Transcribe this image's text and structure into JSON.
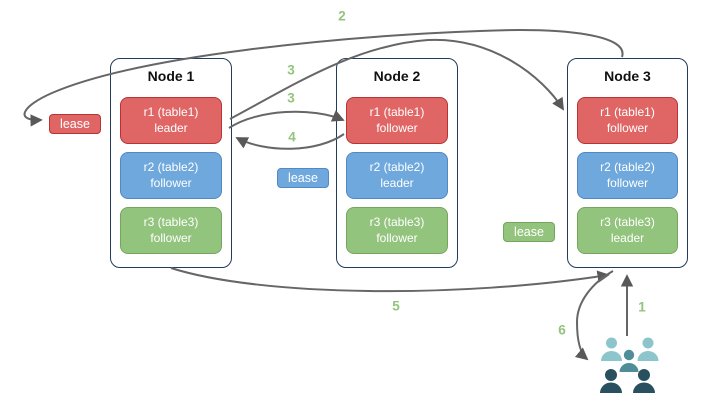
{
  "colors": {
    "red_fill": "#e06666",
    "red_border": "#b93333",
    "blue_fill": "#6fa8dc",
    "blue_border": "#5388c6",
    "green_fill": "#93c47d",
    "green_border": "#76a65c",
    "node_border": "#233c5a",
    "arrow": "#666666",
    "step_number_green": "#93c47d",
    "people_light": "#8cc5cb",
    "people_medium": "#4f8e99",
    "people_dark": "#29505e"
  },
  "nodes": [
    {
      "title": "Node 1",
      "replicas": [
        {
          "line1": "r1 (table1)",
          "line2": "leader",
          "color": "red"
        },
        {
          "line1": "r2 (table2)",
          "line2": "follower",
          "color": "blue"
        },
        {
          "line1": "r3 (table3)",
          "line2": "follower",
          "color": "green"
        }
      ]
    },
    {
      "title": "Node 2",
      "replicas": [
        {
          "line1": "r1 (table1)",
          "line2": "follower",
          "color": "red"
        },
        {
          "line1": "r2 (table2)",
          "line2": "leader",
          "color": "blue"
        },
        {
          "line1": "r3 (table3)",
          "line2": "follower",
          "color": "green"
        }
      ]
    },
    {
      "title": "Node 3",
      "replicas": [
        {
          "line1": "r1 (table1)",
          "line2": "follower",
          "color": "red"
        },
        {
          "line1": "r2 (table2)",
          "line2": "follower",
          "color": "blue"
        },
        {
          "line1": "r3 (table3)",
          "line2": "leader",
          "color": "green"
        }
      ]
    }
  ],
  "leases": [
    {
      "label": "lease",
      "color": "red"
    },
    {
      "label": "lease",
      "color": "blue"
    },
    {
      "label": "lease",
      "color": "green"
    }
  ],
  "steps": {
    "s1": "1",
    "s2": "2",
    "s3a": "3",
    "s3b": "3",
    "s4": "4",
    "s5": "5",
    "s6": "6"
  }
}
